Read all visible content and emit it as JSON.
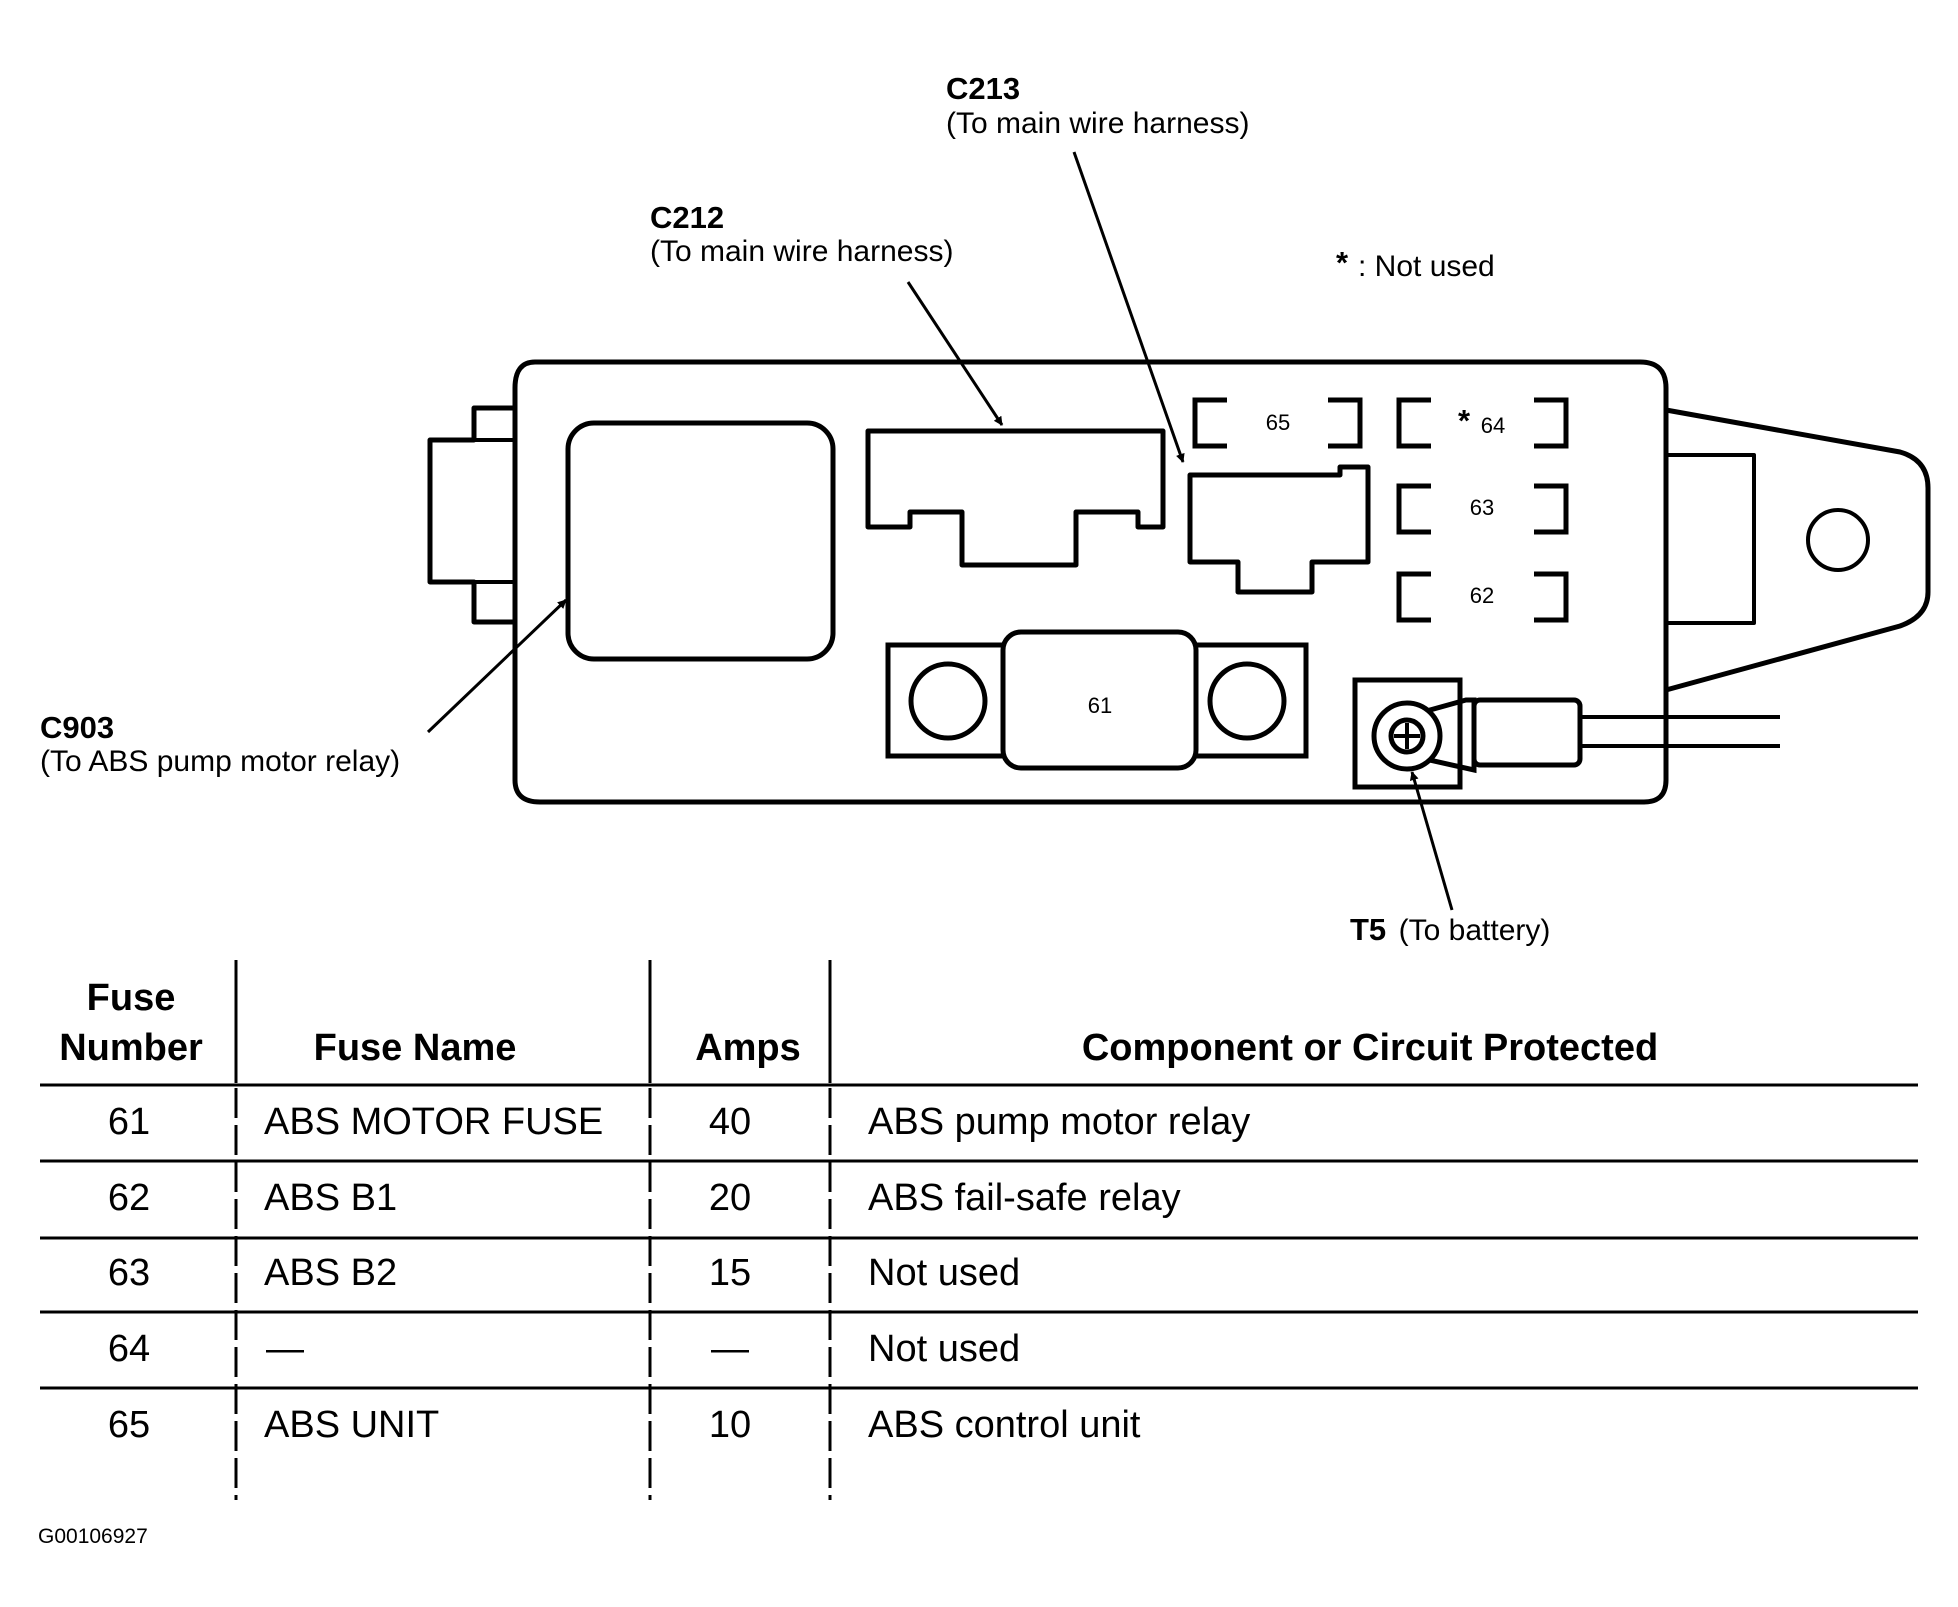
{
  "diagram": {
    "connectors": {
      "c213": {
        "code": "C213",
        "desc": "(To main wire harness)"
      },
      "c212": {
        "code": "C212",
        "desc": "(To main wire harness)"
      },
      "c903": {
        "code": "C903",
        "desc": "(To ABS pump motor relay)"
      },
      "t5": {
        "code": "T5",
        "desc": "(To battery)"
      }
    },
    "legend": {
      "symbol": "*",
      "text": ": Not used"
    },
    "fuse_labels": {
      "f61": "61",
      "f62": "62",
      "f63": "63",
      "f64": "64",
      "f64_marker": "*",
      "f65": "65"
    }
  },
  "table": {
    "headers": {
      "number_line1": "Fuse",
      "number_line2": "Number",
      "name": "Fuse Name",
      "amps": "Amps",
      "component": "Component or Circuit Protected"
    },
    "rows": [
      {
        "number": "61",
        "name": "ABS MOTOR FUSE",
        "amps": "40",
        "component": "ABS pump motor relay"
      },
      {
        "number": "62",
        "name": "ABS B1",
        "amps": "20",
        "component": "ABS fail-safe relay"
      },
      {
        "number": "63",
        "name": "ABS B2",
        "amps": "15",
        "component": "Not used"
      },
      {
        "number": "64",
        "name": "—",
        "amps": "—",
        "component": "Not used"
      },
      {
        "number": "65",
        "name": "ABS UNIT",
        "amps": "10",
        "component": "ABS control unit"
      }
    ]
  },
  "figure_code": "G00106927"
}
